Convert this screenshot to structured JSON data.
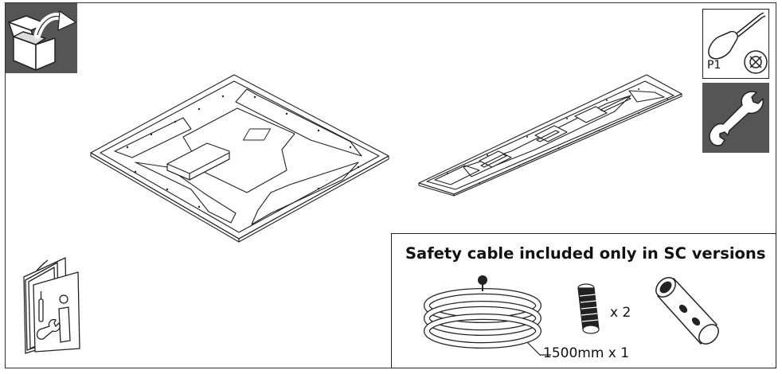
{
  "icons": {
    "unbox": "open-box-arrow-icon",
    "tool_screwdriver": "screwdriver-icon",
    "tool_wrench": "wrench-icon",
    "manual": "instruction-manual-icon"
  },
  "tools": {
    "screwdriver_code": "P1"
  },
  "safety": {
    "title": "Safety cable included only in SC versions",
    "cable_qty": "1500mm x 1",
    "connector_qty": "x 2"
  },
  "colors": {
    "icon_fill": "#555555",
    "line": "#111111"
  }
}
